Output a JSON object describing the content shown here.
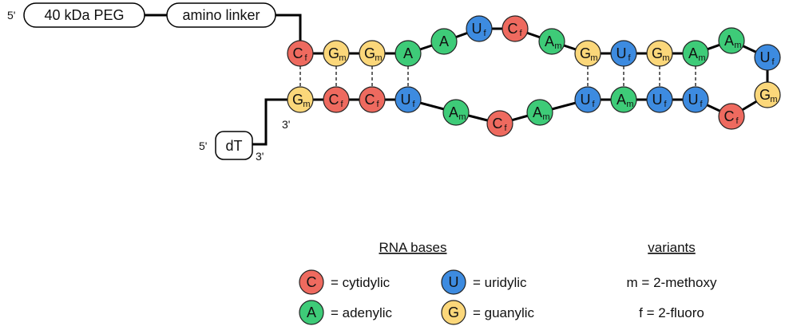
{
  "colors": {
    "C": "#EE6A5F",
    "G": "#FBD77A",
    "A": "#3ECB78",
    "U": "#3D8BE0"
  },
  "top_strand": {
    "five_prime_label": "5'",
    "peg_label": "40 kDa PEG",
    "linker_label": "amino linker"
  },
  "bottom_strand": {
    "five_prime_label": "5'",
    "dt_label": "dT",
    "dt_three_prime_label": "3'",
    "strand_three_prime_label": "3'"
  },
  "nucleotides": [
    {
      "id": "n1",
      "base": "C",
      "mod": "f"
    },
    {
      "id": "n2",
      "base": "G",
      "mod": "m"
    },
    {
      "id": "n3",
      "base": "G",
      "mod": "m"
    },
    {
      "id": "n4",
      "base": "A",
      "mod": ""
    },
    {
      "id": "n5",
      "base": "A",
      "mod": ""
    },
    {
      "id": "n6",
      "base": "U",
      "mod": "f"
    },
    {
      "id": "n7",
      "base": "C",
      "mod": "f"
    },
    {
      "id": "n8",
      "base": "A",
      "mod": "m"
    },
    {
      "id": "n9",
      "base": "G",
      "mod": "m"
    },
    {
      "id": "n10",
      "base": "U",
      "mod": "f"
    },
    {
      "id": "n11",
      "base": "G",
      "mod": "m"
    },
    {
      "id": "n12",
      "base": "A",
      "mod": "m"
    },
    {
      "id": "n13",
      "base": "A",
      "mod": "m"
    },
    {
      "id": "n14",
      "base": "U",
      "mod": "f"
    },
    {
      "id": "n15",
      "base": "G",
      "mod": "m"
    },
    {
      "id": "n16",
      "base": "C",
      "mod": "f"
    },
    {
      "id": "n17",
      "base": "U",
      "mod": "f"
    },
    {
      "id": "n18",
      "base": "U",
      "mod": "f"
    },
    {
      "id": "n19",
      "base": "A",
      "mod": "m"
    },
    {
      "id": "n20",
      "base": "U",
      "mod": "f"
    },
    {
      "id": "n21",
      "base": "A",
      "mod": "m"
    },
    {
      "id": "n22",
      "base": "C",
      "mod": "f"
    },
    {
      "id": "n23",
      "base": "A",
      "mod": "m"
    },
    {
      "id": "n24",
      "base": "U",
      "mod": "f"
    },
    {
      "id": "n25",
      "base": "C",
      "mod": "f"
    },
    {
      "id": "n26",
      "base": "C",
      "mod": "f"
    },
    {
      "id": "n27",
      "base": "G",
      "mod": "m"
    }
  ],
  "base_pairs": [
    [
      "n1",
      "n27"
    ],
    [
      "n2",
      "n26"
    ],
    [
      "n3",
      "n25"
    ],
    [
      "n4",
      "n24"
    ],
    [
      "n9",
      "n20"
    ],
    [
      "n10",
      "n19"
    ],
    [
      "n11",
      "n18"
    ],
    [
      "n12",
      "n17"
    ]
  ],
  "legend": {
    "bases_title": "RNA bases",
    "bases": [
      {
        "base": "C",
        "text": "= cytidylic"
      },
      {
        "base": "U",
        "text": "= uridylic"
      },
      {
        "base": "A",
        "text": "= adenylic"
      },
      {
        "base": "G",
        "text": "= guanylic"
      }
    ],
    "variants_title": "variants",
    "variants": [
      {
        "text": "m = 2-methoxy"
      },
      {
        "text": "f = 2-fluoro"
      }
    ]
  }
}
